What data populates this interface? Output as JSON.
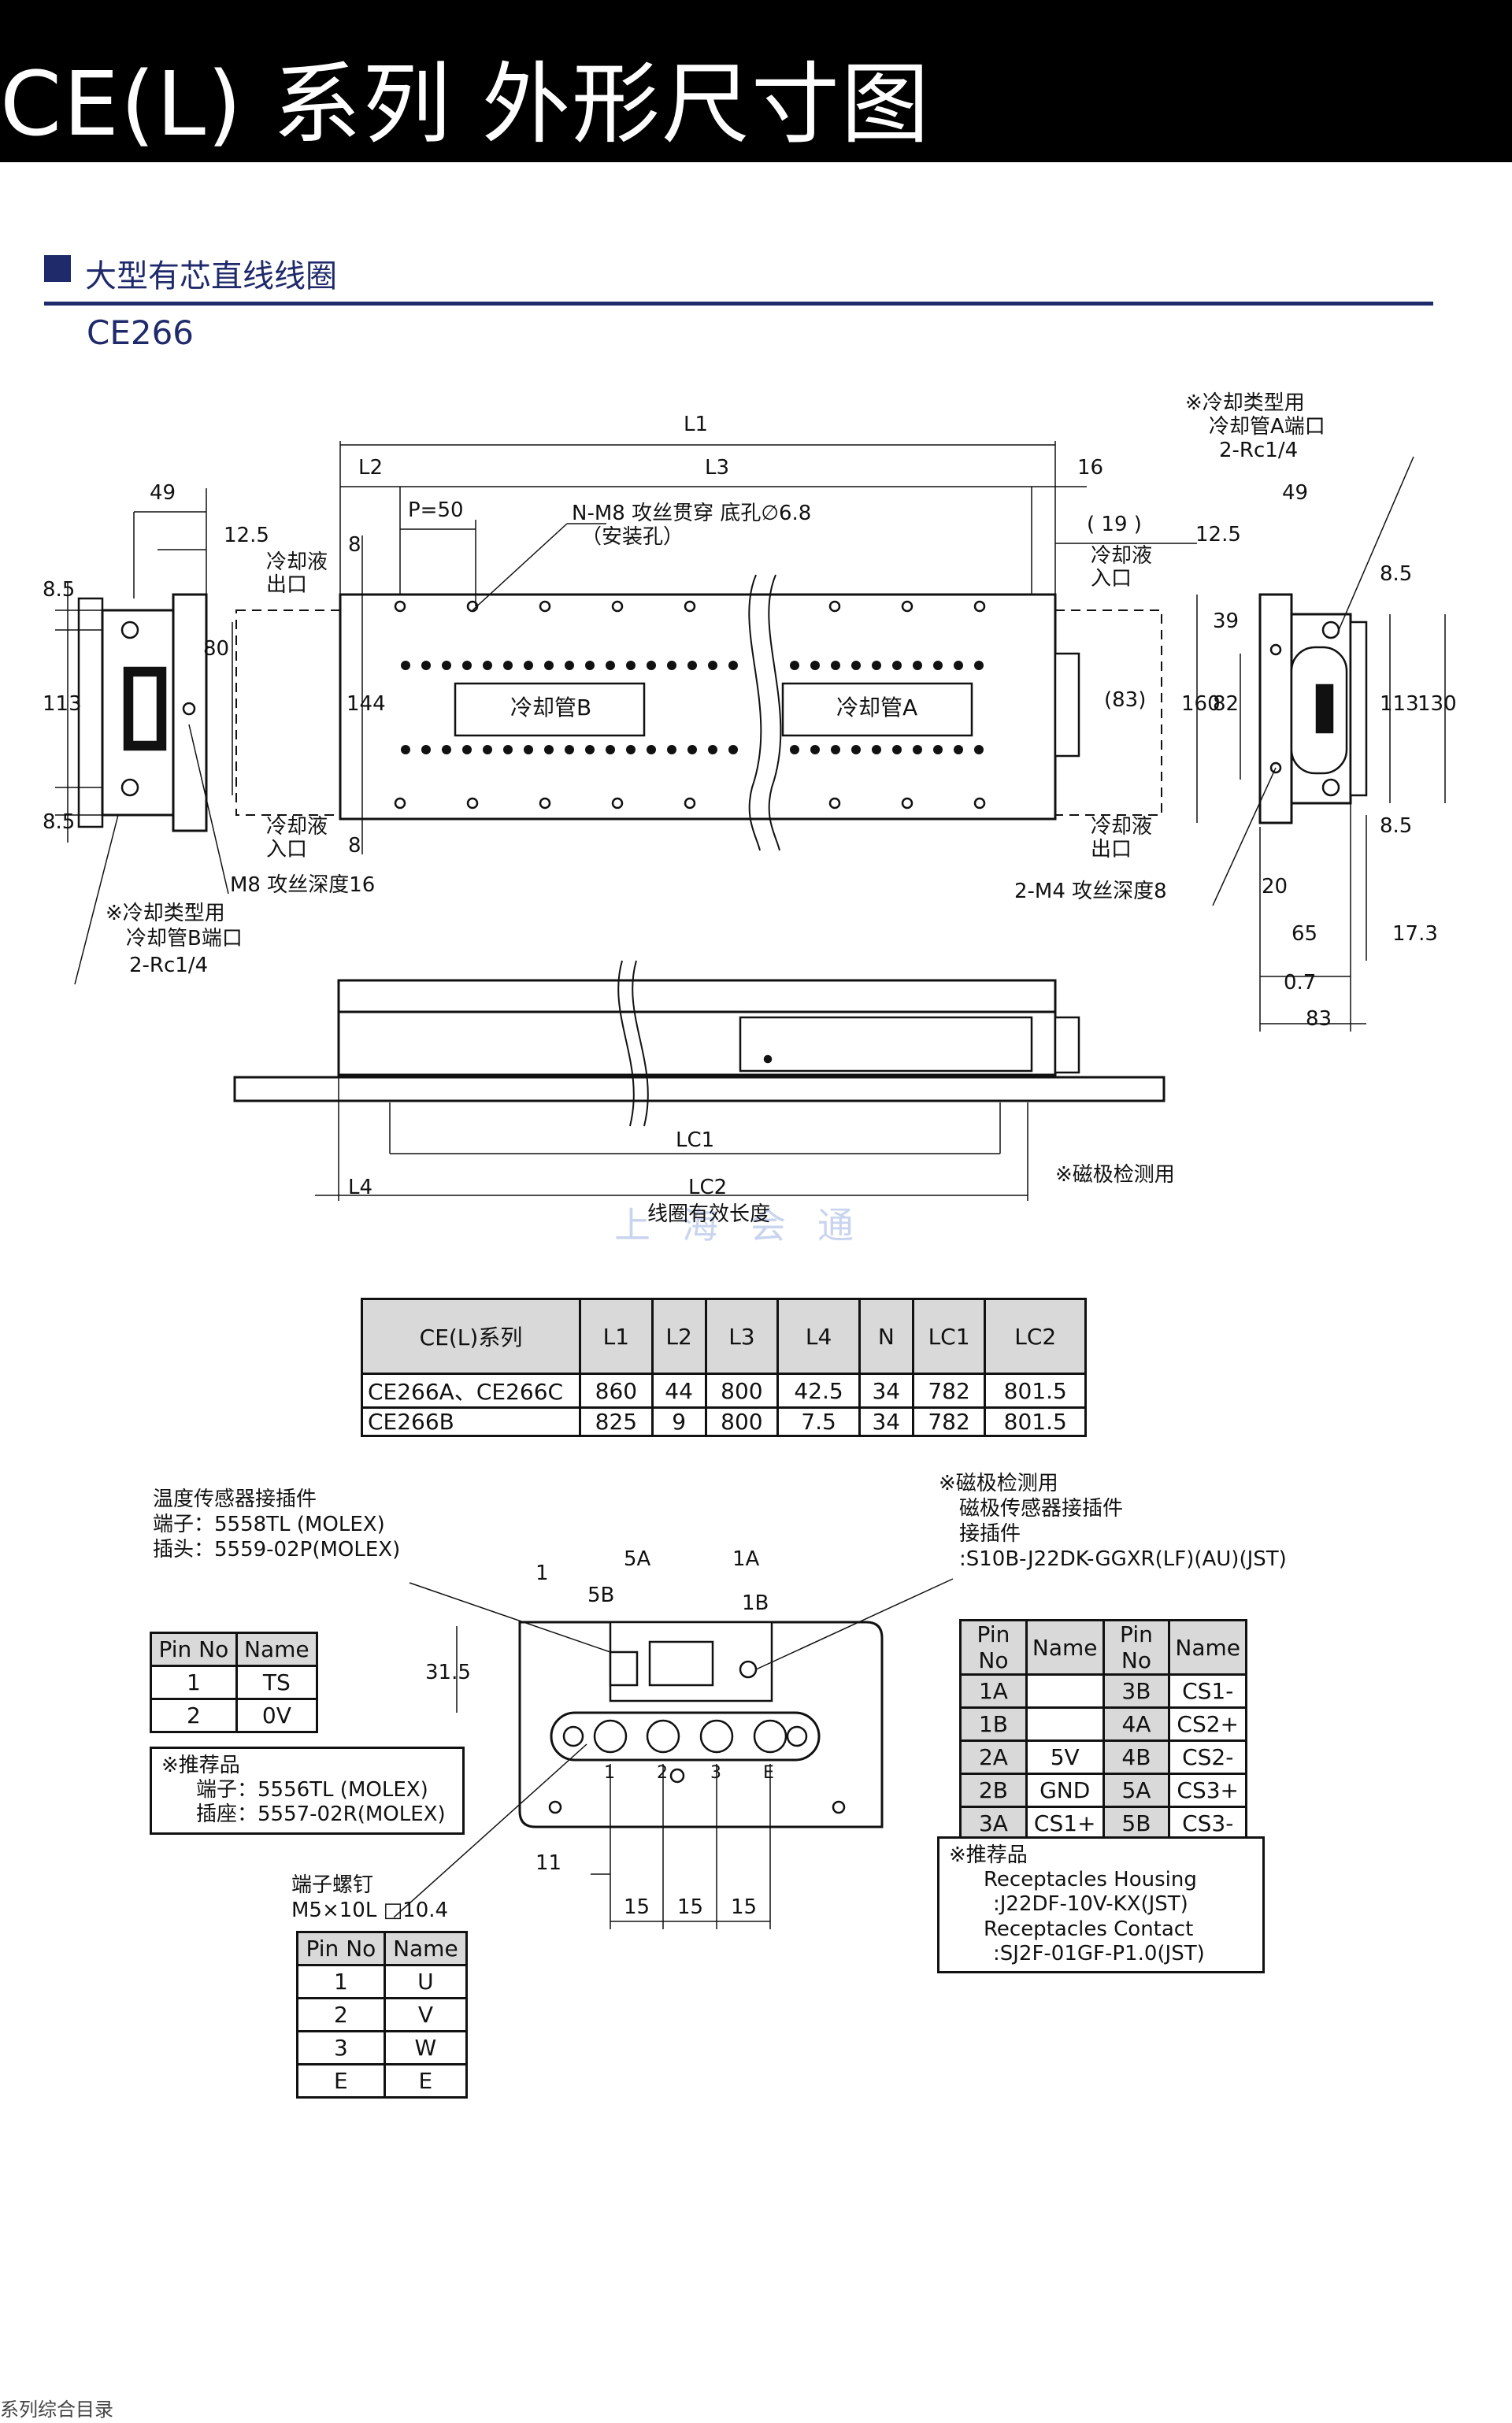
{
  "header": {
    "title": "CE(L) 系列 外形尺寸图"
  },
  "section": {
    "title": "大型有芯直线线圈",
    "model": "CE266"
  },
  "drawing_labels": {
    "L1": "L1",
    "L2": "L2",
    "L3": "L3",
    "dim16": "16",
    "dim49_left": "49",
    "dim12_5_left": "12.5",
    "P50": "P=50",
    "nm8": "N-M8 攻丝贯穿  底孔∅6.8",
    "install_hole": "（安装孔）",
    "coolant_out_left": "冷却液\n出口",
    "coolant_in_left": "冷却液\n入口",
    "coolant_in_right": "冷却液\n入口",
    "coolant_out_right": "冷却液\n出口",
    "dim19": "( 19 )",
    "dim8_a": "8",
    "dim8_b": "8",
    "dim144": "144",
    "dim80": "80",
    "dim8_5_a": "8.5",
    "dim113_left": "113",
    "dim8_5_b": "8.5",
    "tube_B": "冷却管B",
    "tube_A": "冷却管A",
    "dim83_paren": "(83)",
    "m8_depth": "M8 攻丝深度16",
    "cooling_B_note1": "※冷却类型用",
    "cooling_B_note2": "冷却管B端口",
    "cooling_B_note3": "2-Rc1/4",
    "cooling_A_note1": "※冷却类型用",
    "cooling_A_note2": "冷却管A端口",
    "cooling_A_note3": "2-Rc1/4",
    "dim49_right": "49",
    "dim12_5_right": "12.5",
    "dim8_5_r1": "8.5",
    "dim39": "39",
    "dim160": "160",
    "dim82": "82",
    "dim113_right": "113",
    "dim130": "130",
    "dim8_5_r2": "8.5",
    "m4_depth": "2-M4 攻丝深度8",
    "dim20": "20",
    "dim65": "65",
    "dim17_3": "17.3",
    "dim0_7": "0.7",
    "dim83": "83",
    "LC1": "LC1",
    "LC2": "LC2",
    "L4": "L4",
    "effective_len": "线圈有效长度",
    "magnet_note": "※磁极检测用"
  },
  "spec_table": {
    "headers": [
      "CE(L)系列",
      "L1",
      "L2",
      "L3",
      "L4",
      "N",
      "LC1",
      "LC2"
    ],
    "rows": [
      [
        "CE266A、CE266C",
        "860",
        "44",
        "800",
        "42.5",
        "34",
        "782",
        "801.5"
      ],
      [
        "CE266B",
        "825",
        "9",
        "800",
        "7.5",
        "34",
        "782",
        "801.5"
      ]
    ]
  },
  "connector_labels": {
    "temp_title": "温度传感器接插件",
    "temp_terminal": "端子：5558TL    (MOLEX)",
    "temp_plug": "插头：5559-02P(MOLEX)",
    "mag_title1": "※磁极检测用",
    "mag_title2": "磁极传感器接插件",
    "mag_title3": "接插件",
    "mag_part": ":S10B-J22DK-GGXR(LF)(AU)(JST)",
    "pin1": "1",
    "pin5A": "5A",
    "pin1A": "1A",
    "pin5B": "5B",
    "pin1B": "1B",
    "dim31_5": "31.5",
    "dim11": "11",
    "dim15_a": "15",
    "dim15_b": "15",
    "dim15_c": "15",
    "t1": "1",
    "t2": "2",
    "t3": "3",
    "tE": "E",
    "screw_title": "端子螺钉",
    "screw_spec": "M5×10L  □10.4"
  },
  "temp_table": {
    "headers": [
      "Pin No",
      "Name"
    ],
    "rows": [
      [
        "1",
        "TS"
      ],
      [
        "2",
        "0V"
      ]
    ]
  },
  "temp_note": {
    "title": "※推荐品",
    "line1": "端子：5556TL    (MOLEX)",
    "line2": "插座：5557-02R(MOLEX)"
  },
  "mag_table": {
    "headers": [
      "Pin No",
      "Name",
      "Pin No",
      "Name"
    ],
    "rows": [
      [
        "1A",
        "",
        "3B",
        "CS1-"
      ],
      [
        "1B",
        "",
        "4A",
        "CS2+"
      ],
      [
        "2A",
        "5V",
        "4B",
        "CS2-"
      ],
      [
        "2B",
        "GND",
        "5A",
        "CS3+"
      ],
      [
        "3A",
        "CS1+",
        "5B",
        "CS3-"
      ]
    ]
  },
  "mag_note": {
    "title": "※推荐品",
    "line1": "Receptacles Housing",
    "line2": ":J22DF-10V-KX(JST)",
    "line3": "Receptacles Contact",
    "line4": ":SJ2F-01GF-P1.0(JST)"
  },
  "power_table": {
    "headers": [
      "Pin No",
      "Name"
    ],
    "rows": [
      [
        "1",
        "U"
      ],
      [
        "2",
        "V"
      ],
      [
        "3",
        "W"
      ],
      [
        "E",
        "E"
      ]
    ]
  },
  "footer": {
    "text": "系列综合目录"
  },
  "watermark": {
    "text": "上海会通"
  },
  "colors": {
    "accent": "#1f2a6b",
    "header_bg": "#000000"
  }
}
